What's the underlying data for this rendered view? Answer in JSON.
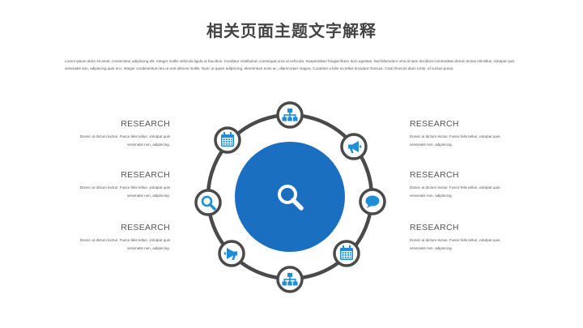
{
  "title": "相关页面主题文字解释",
  "intro": "Lorem ipsum dolor sit amet, consectetur adipiscing elit. Integer mollis vehicula ligula ut faucibus. Curabitur vestibulum consequat urna ut vehicula. Suspendisse feugiat libero dum egestas. Sed bibendum urna id sem tincidunt commodsat dictum lectus elit tellus, volutpat quis venenatis non, adipiscing quis orci. Integer condimentum leo ut erat ultrices mollis. Nunc ut quam adipiscing, elementum enim ac, ullamcorper magna. Curabitur a felis eu tellus tincidunt rhoncus. Cras rhoncus diam tortor, id cursus purus.",
  "left_blocks": [
    {
      "heading": "RESEARCH",
      "body": "Donec at dictum lectus. Fusce felis tellus, volutpat quis venenatis non, adipiscing."
    },
    {
      "heading": "RESEARCH",
      "body": "Donec at dictum lectus. Fusce felis tellus, volutpat quis venenatis non, adipiscing."
    },
    {
      "heading": "RESEARCH",
      "body": "Donec at dictum lectus. Fusce felis tellus, volutpat quis venenatis non, adipiscing."
    }
  ],
  "right_blocks": [
    {
      "heading": "RESEARCH",
      "body": "Donec at dictum lectus. Fusce felis tellus, volutpat quis venenatis non, adipiscing."
    },
    {
      "heading": "RESEARCH",
      "body": "Donec at dictum lectus. Fusce felis tellus, volutpat quis venenatis non, adipiscing."
    },
    {
      "heading": "RESEARCH",
      "body": "Donec at dictum lectus. Fusce felis tellus, volutpat quis venenatis non, adipiscing."
    }
  ],
  "colors": {
    "accent": "#1a6fc0",
    "icon": "#1e8fd6",
    "ring": "#4a4a4a"
  },
  "center_icon": "search-icon",
  "ring_icons": [
    "network-icon",
    "megaphone-icon",
    "chat-bubble-icon",
    "calendar-icon",
    "network-icon",
    "megaphone-icon",
    "search-icon",
    "calendar-icon"
  ]
}
